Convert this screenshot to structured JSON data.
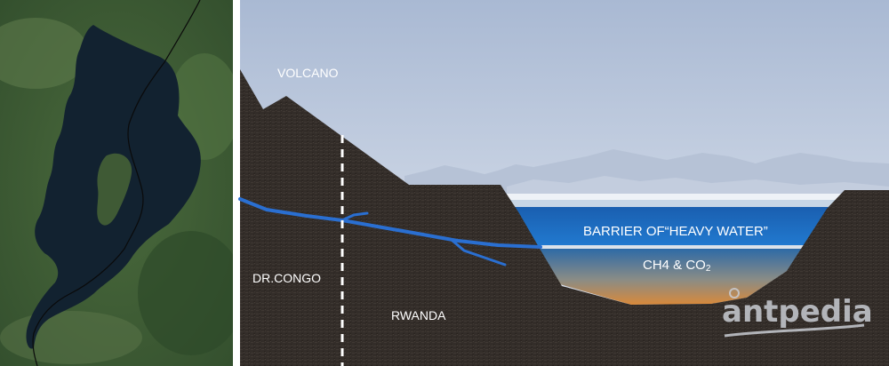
{
  "labels": {
    "volcano": "VOLCANO",
    "barrier": "BARRIER OF“HEAVY WATER”",
    "gases_main": "CH4 & CO",
    "gases_sub": "2",
    "congo": "DR.CONGO",
    "rwanda": "RWANDA"
  },
  "watermark": "antpedia",
  "colors": {
    "sky_top": "#a9b9d3",
    "sky_bottom": "#dfe5ee",
    "ground": "#332d29",
    "heavy_water": "#1d6fc4",
    "gas_layer_top": "#3a72a8",
    "gas_layer_bottom": "#d08a3c",
    "river": "#2a6fd1",
    "satellite_lake": "#122230",
    "satellite_land": "#3f5a35"
  }
}
